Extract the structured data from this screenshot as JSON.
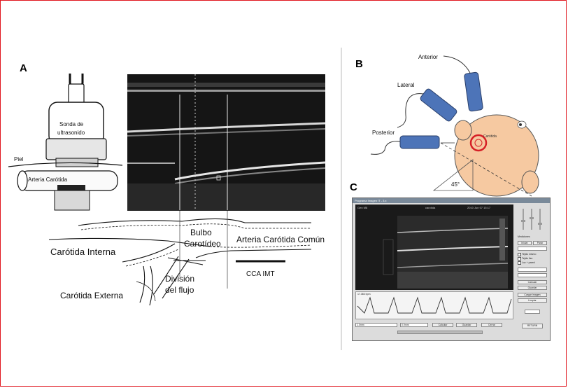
{
  "panels": {
    "a": {
      "letter": "A",
      "probe_label_1": "Sonda de",
      "probe_label_2": "ultrasonido",
      "skin_label": "Piel",
      "artery_label": "Arteria Carótida",
      "bulb_label_1": "Bulbo",
      "bulb_label_2": "Carotídeo",
      "cca_label": "Arteria Carótida Común",
      "internal_label": "Carótida Interna",
      "flow_div_label_1": "División",
      "flow_div_label_2": "del flujo",
      "external_label": "Carótida Externa",
      "imt_label": "CCA IMT"
    },
    "b": {
      "letter": "B",
      "anterior_label": "Anterior",
      "lateral_label": "Lateral",
      "posterior_label": "Posterior",
      "angle_label": "45°",
      "carotid_small_label": "Carótida"
    },
    "c": {
      "letter": "C",
      "title": "Programa Imagen IT - 3.x",
      "header_left": "Gen M8",
      "header_mid": "carotida",
      "header_right": "2010 Jun 07   15:17",
      "wave_label": "17.383 bpm",
      "right_title": "Mediciones",
      "btn_measure": "Iniciar",
      "btn_stop": "Parar",
      "check_1": "Tejido mismo",
      "check_2": "Tejido liso",
      "check_3": "Luz + pared",
      "btn_calc": "Calcular",
      "btn_save": "Guardar",
      "btn_load": "Cargar imagen",
      "btn_clear": "Limpiar",
      "btn_return": "RETURN",
      "bottom_field_1": "1.0mm",
      "bottom_field_2": "0.9mm",
      "bottom_btn_1": "Calcular",
      "bottom_btn_2": "Guardar",
      "bottom_btn_3": "Cerrar"
    }
  },
  "colors": {
    "frame": "#e0161e",
    "head_fill": "#f6c9a1",
    "transducer_fill": "#4d74b8",
    "carotid_ring": "#d61f26"
  }
}
